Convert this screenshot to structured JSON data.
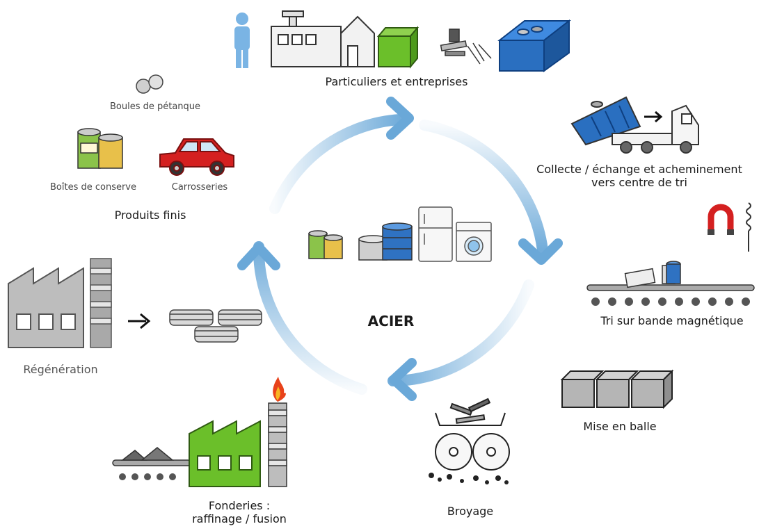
{
  "center": {
    "title": "ACIER"
  },
  "stages": {
    "particuliers": "Particuliers et entreprises",
    "collecte_line1": "Collecte / échange et acheminement",
    "collecte_line2": "vers centre de tri",
    "tri": "Tri sur bande magnétique",
    "mise_en_balle": "Mise en balle",
    "broyage": "Broyage",
    "fonderies_line1": "Fonderies :",
    "fonderies_line2": "raffinage / fusion",
    "regeneration": "Régénération",
    "produits_finis": "Produits finis"
  },
  "products": {
    "boules": "Boules de pétanque",
    "boites": "Boîtes de conserve",
    "carrosseries": "Carrosseries"
  },
  "colors": {
    "arrow": "#6aa8d8",
    "blue": "#2a6fc0",
    "green": "#6bbf2a",
    "red": "#d42020",
    "grey": "#9a9a9a"
  }
}
